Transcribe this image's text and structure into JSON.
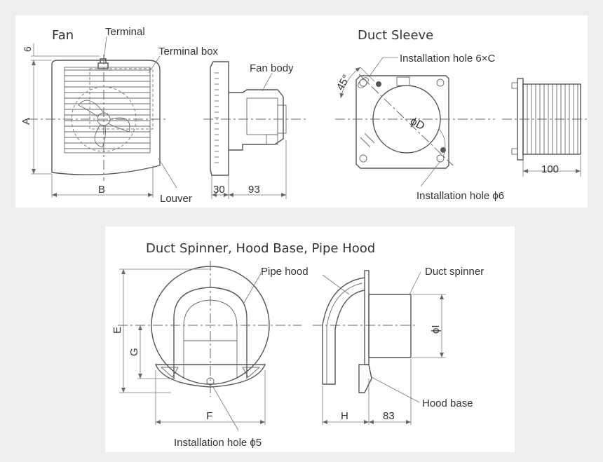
{
  "fan": {
    "title": "Fan",
    "terminal": "Terminal",
    "terminal_box": "Terminal box",
    "fan_body": "Fan body",
    "louver": "Louver",
    "dim_6": "6",
    "dim_a": "A",
    "dim_b": "B",
    "dim_30": "30",
    "dim_93": "93"
  },
  "duct_sleeve": {
    "title": "Duct Sleeve",
    "install_hole_6xc": "Installation hole 6×C",
    "angle_45": "45°",
    "diameter_d": "ϕD",
    "install_hole_phi6": "Installation hole ϕ6",
    "dim_100": "100"
  },
  "duct_spinner": {
    "title": "Duct Spinner, Hood Base, Pipe Hood",
    "pipe_hood": "Pipe hood",
    "duct_spinner": "Duct spinner",
    "hood_base": "Hood base",
    "install_hole_phi5": "Installation hole ϕ5",
    "dim_e": "E",
    "dim_g": "G",
    "dim_f": "F",
    "dim_h": "H",
    "dim_83": "83",
    "dim_i": "ϕI"
  },
  "colors": {
    "background": "#eceeef",
    "panel": "#ffffff",
    "line": "#555555"
  }
}
